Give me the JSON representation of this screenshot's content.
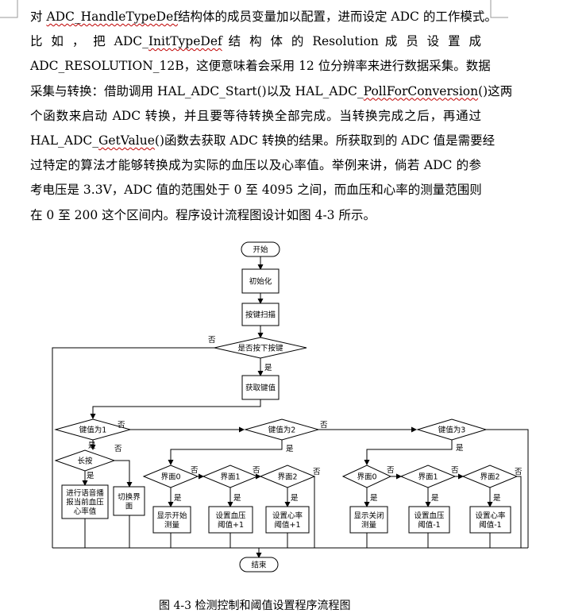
{
  "paragraph": {
    "lines": [
      [
        {
          "t": "对 "
        },
        {
          "t": "ADC_HandleTypeDef",
          "u": true
        },
        {
          "t": "结构体的成员变量加以配置，进而设定 ADC 的工作模式。"
        }
      ],
      [
        {
          "t": "比 如 ， 把 ADC_"
        },
        {
          "t": "InitTypeDef",
          "u": true
        },
        {
          "t": " 结 构 体 的 Resolution 成 员 设 置 成"
        }
      ],
      [
        {
          "t": "ADC_RESOLUTION_12B，这便意味着会采用 12 位分辨率来进行数据采集。数据"
        }
      ],
      [
        {
          "t": "采集与转换：借助调用 HAL_ADC_Start()以及 HAL_ADC_"
        },
        {
          "t": "PollForConversion",
          "u": true
        },
        {
          "t": "()这两"
        }
      ],
      [
        {
          "t": "个函数来启动 ADC 转换，并且要等待转换全部完成。当转换完成之后，再通过"
        }
      ],
      [
        {
          "t": "HAL_ADC_"
        },
        {
          "t": "GetValue",
          "u": true
        },
        {
          "t": "()函数去获取 ADC 转换的结果。所获取到的 ADC 值是需要经"
        }
      ],
      [
        {
          "t": "过特定的算法才能够转换成为实际的血压以及心率值。举例来讲，倘若 ADC 的参"
        }
      ],
      [
        {
          "t": "考电压是 3.3V，ADC 值的范围处于 0 至 4095 之间，而血压和心率的测量范围则"
        }
      ],
      [
        {
          "t": "在 0 至 200 这个区间内。程序设计流程图设计如图 4-3 所示。",
          "u_tail": true
        }
      ]
    ]
  },
  "flowchart": {
    "start": "开始",
    "init": "初始化",
    "scan": "按键扫描",
    "key_pressed": "是否按下按键",
    "get_key": "获取键值",
    "key1": "键值为1",
    "key2": "键值为2",
    "key3": "键值为3",
    "long_press": "长按",
    "voice": [
      "进行语音播",
      "报当前血压",
      "心率值"
    ],
    "switch": [
      "切换界",
      "面"
    ],
    "ui0": "界面0",
    "ui1": "界面1",
    "ui2": "界面2",
    "show_start": [
      "显示开始",
      "测量"
    ],
    "set_bp_up": [
      "设置血压",
      "阈值+1"
    ],
    "set_hr_up": [
      "设置心率",
      "阈值+1"
    ],
    "show_close": [
      "显示关闭",
      "测量"
    ],
    "set_bp_down": [
      "设置血压",
      "阈值-1"
    ],
    "set_hr_down": [
      "设置心率",
      "阈值-1"
    ],
    "end": "结束",
    "yes": "是",
    "no": "否"
  },
  "caption": "图 4-3 检测控制和阈值设置程序流程图"
}
